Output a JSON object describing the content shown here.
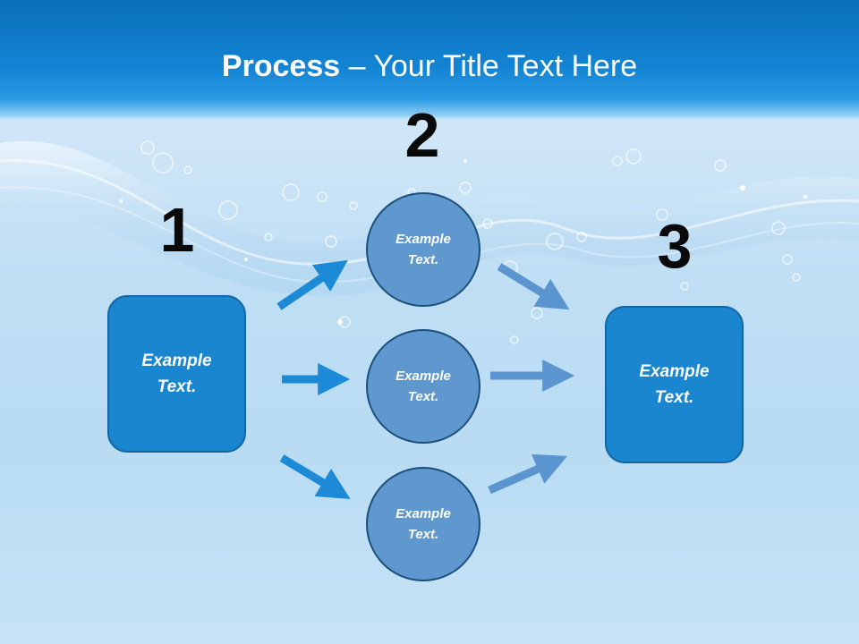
{
  "slide": {
    "title_bold": "Process",
    "title_rest": " – Your Title Text Here"
  },
  "steps": {
    "one": {
      "number": "1",
      "text": "Example\nText."
    },
    "two": {
      "number": "2",
      "circles": [
        {
          "text": "Example\nText."
        },
        {
          "text": "Example\nText."
        },
        {
          "text": "Example\nText."
        }
      ]
    },
    "three": {
      "number": "3",
      "text": "Example\nText."
    }
  },
  "colors": {
    "header": "#1283d3",
    "box_fill": "#1a86d0",
    "circle_fill": "#5f98cf",
    "arrow_bright": "#1c8ad6",
    "arrow_muted": "#5b95cf"
  }
}
